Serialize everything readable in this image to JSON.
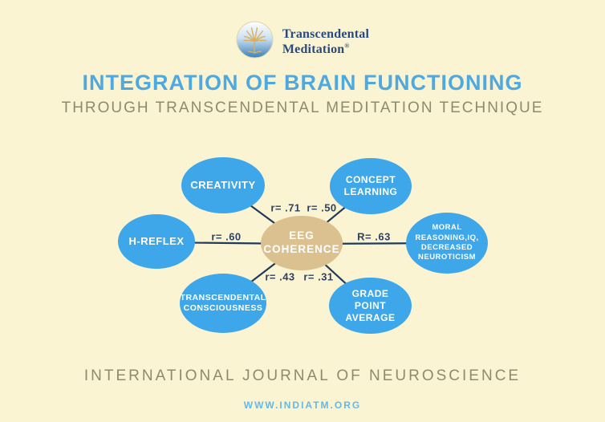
{
  "page": {
    "background_color": "#FBF4D3"
  },
  "logo": {
    "brand_line1": "Transcendental",
    "brand_line2": "Meditation",
    "registered_mark": "®",
    "icon": "tree-in-sky-circle-icon",
    "text_color": "#2A4A7D"
  },
  "header": {
    "title": "INTEGRATION OF BRAIN FUNCTIONING",
    "subtitle": "THROUGH TRANSCENDENTAL MEDITATION TECHNIQUE",
    "title_color": "#4FA9E1",
    "subtitle_color": "#8D8B6D"
  },
  "diagram": {
    "center": {
      "label": "EEG COHERENCE",
      "color": "#DCC190"
    },
    "node_color": "#3EA7E9",
    "line_color": "#203A5C",
    "label_color": "#2E4160",
    "nodes": [
      {
        "position": "top-left",
        "label": "CREATIVITY",
        "r_label": "r= .71"
      },
      {
        "position": "top-right",
        "label": "CONCEPT LEARNING",
        "r_label": "r= .50"
      },
      {
        "position": "left",
        "label": "H-REFLEX",
        "r_label": "r= .60"
      },
      {
        "position": "right",
        "label": "MORAL REASONING,IQ, DECREASED NEUROTICISM",
        "r_label": "R= .63"
      },
      {
        "position": "bottom-left",
        "label": "TRANSCENDENTAL CONSCIOUSNESS",
        "r_label": "r= .43"
      },
      {
        "position": "bottom-right",
        "label": "GRADE POINT AVERAGE",
        "r_label": "r= .31"
      }
    ]
  },
  "footer": {
    "journal": "INTERNATIONAL JOURNAL OF NEUROSCIENCE",
    "website": "WWW.INDIATM.ORG"
  }
}
